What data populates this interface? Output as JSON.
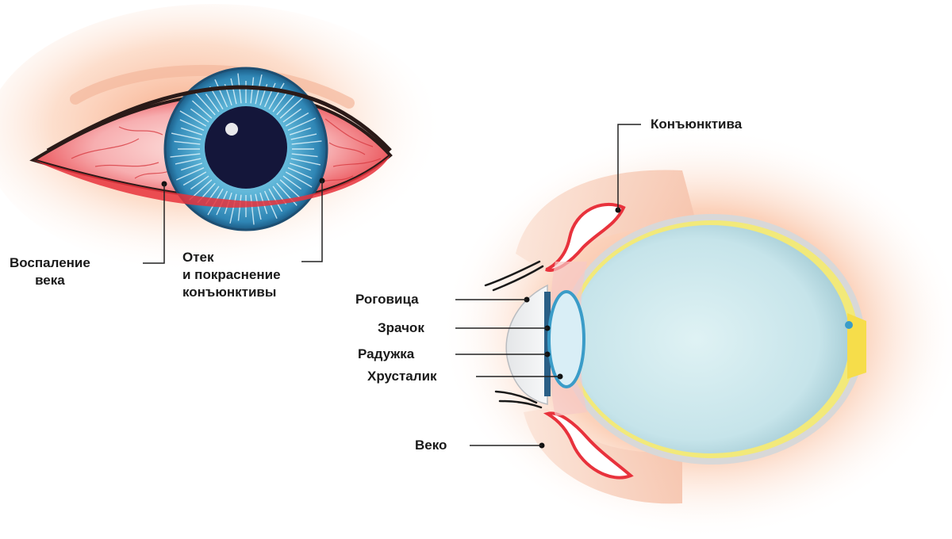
{
  "labels": {
    "eyelid_inflammation": [
      "Воспаление",
      "века"
    ],
    "conj_swelling": [
      "Отек",
      "и покраснение",
      "конъюнктивы"
    ],
    "conjunctiva": "Конъюнктива",
    "cornea": "Роговица",
    "pupil": "Зрачок",
    "iris": "Радужка",
    "lens": "Хрусталик",
    "eyelid": "Веко"
  },
  "colors": {
    "skin_glow": "#f7a072",
    "inflamed_red": "#e8323c",
    "iris_blue": "#3a9cc8",
    "pupil": "#14163a",
    "eyeball": "#cfe9ee",
    "leader_line": "#222222"
  }
}
